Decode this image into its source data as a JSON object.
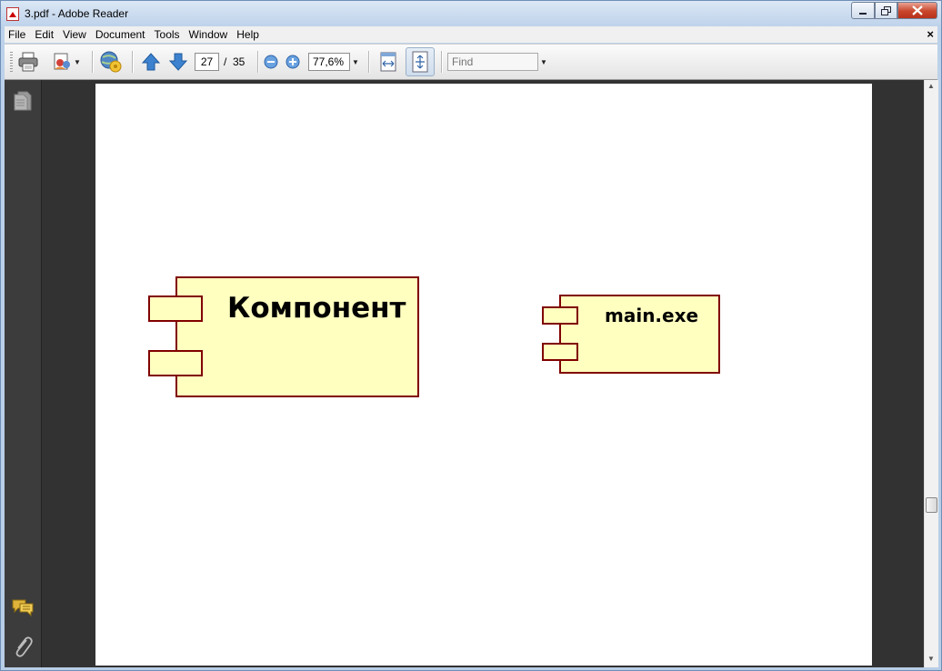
{
  "window": {
    "title": "3.pdf - Adobe Reader"
  },
  "menu": [
    "File",
    "Edit",
    "View",
    "Document",
    "Tools",
    "Window",
    "Help"
  ],
  "toolbar": {
    "current_page": "27",
    "page_separator": "/",
    "total_pages": "35",
    "zoom": "77,6%",
    "find_placeholder": "Find"
  },
  "document": {
    "components": [
      {
        "label": "Компонент"
      },
      {
        "label": "main.exe"
      }
    ]
  },
  "colors": {
    "component_fill": "#ffffc0",
    "component_border": "#800000",
    "doc_background": "#323232"
  },
  "icons": [
    "print-icon",
    "collaborate-icon",
    "web-review-icon",
    "previous-page-icon",
    "next-page-icon",
    "zoom-out-icon",
    "zoom-in-icon",
    "fit-width-icon",
    "fit-page-icon",
    "pages-panel-icon",
    "comments-panel-icon",
    "attachments-panel-icon"
  ]
}
